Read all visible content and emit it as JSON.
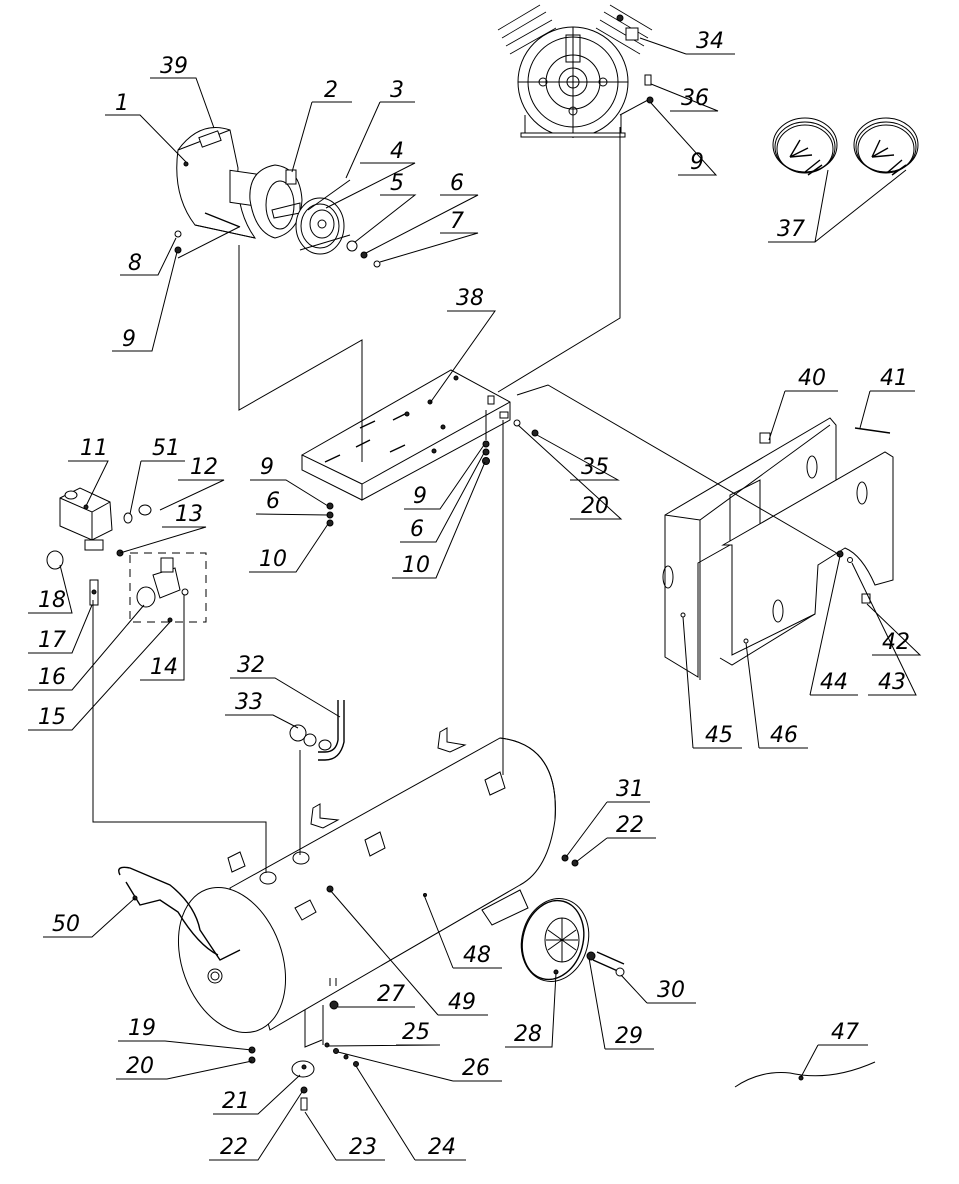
{
  "diagram": {
    "type": "exploded-parts-diagram",
    "subject": "air compressor assembly",
    "callouts": [
      {
        "id": "c1",
        "label": "1"
      },
      {
        "id": "c2",
        "label": "2"
      },
      {
        "id": "c3",
        "label": "3"
      },
      {
        "id": "c4",
        "label": "4"
      },
      {
        "id": "c5",
        "label": "5"
      },
      {
        "id": "c6a",
        "label": "6"
      },
      {
        "id": "c7",
        "label": "7"
      },
      {
        "id": "c8",
        "label": "8"
      },
      {
        "id": "c9a",
        "label": "9"
      },
      {
        "id": "c39",
        "label": "39"
      },
      {
        "id": "c34",
        "label": "34"
      },
      {
        "id": "c36",
        "label": "36"
      },
      {
        "id": "c9b",
        "label": "9"
      },
      {
        "id": "c37",
        "label": "37"
      },
      {
        "id": "c38",
        "label": "38"
      },
      {
        "id": "c11",
        "label": "11"
      },
      {
        "id": "c51",
        "label": "51"
      },
      {
        "id": "c12",
        "label": "12"
      },
      {
        "id": "c13",
        "label": "13"
      },
      {
        "id": "c9c",
        "label": "9"
      },
      {
        "id": "c6b",
        "label": "6"
      },
      {
        "id": "c10a",
        "label": "10"
      },
      {
        "id": "c9d",
        "label": "9"
      },
      {
        "id": "c6c",
        "label": "6"
      },
      {
        "id": "c10b",
        "label": "10"
      },
      {
        "id": "c35",
        "label": "35"
      },
      {
        "id": "c20a",
        "label": "20"
      },
      {
        "id": "c18",
        "label": "18"
      },
      {
        "id": "c17",
        "label": "17"
      },
      {
        "id": "c16",
        "label": "16"
      },
      {
        "id": "c15",
        "label": "15"
      },
      {
        "id": "c14",
        "label": "14"
      },
      {
        "id": "c40",
        "label": "40"
      },
      {
        "id": "c41",
        "label": "41"
      },
      {
        "id": "c42",
        "label": "42"
      },
      {
        "id": "c43",
        "label": "43"
      },
      {
        "id": "c44",
        "label": "44"
      },
      {
        "id": "c45",
        "label": "45"
      },
      {
        "id": "c46",
        "label": "46"
      },
      {
        "id": "c32",
        "label": "32"
      },
      {
        "id": "c33",
        "label": "33"
      },
      {
        "id": "c31",
        "label": "31"
      },
      {
        "id": "c22a",
        "label": "22"
      },
      {
        "id": "c50",
        "label": "50"
      },
      {
        "id": "c48",
        "label": "48"
      },
      {
        "id": "c30",
        "label": "30"
      },
      {
        "id": "c49",
        "label": "49"
      },
      {
        "id": "c27",
        "label": "27"
      },
      {
        "id": "c28",
        "label": "28"
      },
      {
        "id": "c29",
        "label": "29"
      },
      {
        "id": "c47",
        "label": "47"
      },
      {
        "id": "c19",
        "label": "19"
      },
      {
        "id": "c25",
        "label": "25"
      },
      {
        "id": "c20b",
        "label": "20"
      },
      {
        "id": "c26",
        "label": "26"
      },
      {
        "id": "c21",
        "label": "21"
      },
      {
        "id": "c22b",
        "label": "22"
      },
      {
        "id": "c23",
        "label": "23"
      },
      {
        "id": "c24",
        "label": "24"
      }
    ]
  }
}
